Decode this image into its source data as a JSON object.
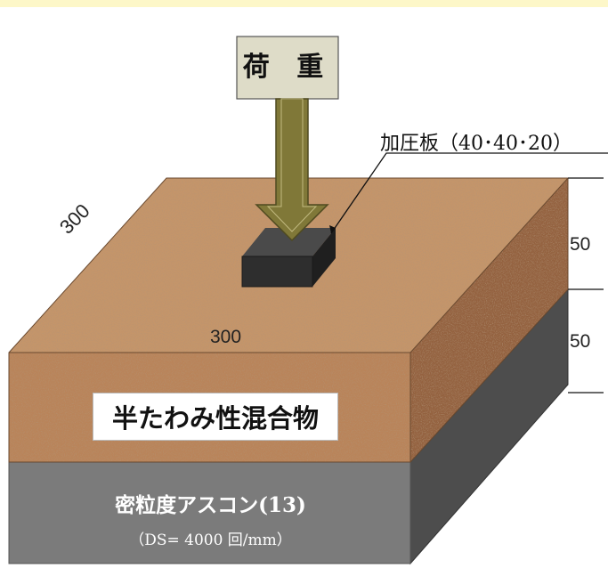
{
  "load": {
    "label": "荷 重"
  },
  "plate": {
    "label": "加圧板（40･40･20）"
  },
  "dimensions": {
    "depth": "300",
    "width": "300",
    "upper_layer": "50",
    "lower_layer": "50"
  },
  "layers": {
    "upper": {
      "label": "半たわみ性混合物"
    },
    "lower": {
      "label": "密粒度アスコン(13)",
      "sub": "（DS= 4000 回/mm）"
    }
  },
  "colors": {
    "top_band": "#fdf7c8",
    "load_box": "#dedcc8",
    "arrow": "#807838",
    "sand_top": "#c4956a",
    "sand_front": "#b9845a",
    "sand_side": "#946240",
    "asphalt_front": "#7b7b7b",
    "asphalt_side": "#4d4d4d",
    "plate": "#2e2e2e"
  }
}
